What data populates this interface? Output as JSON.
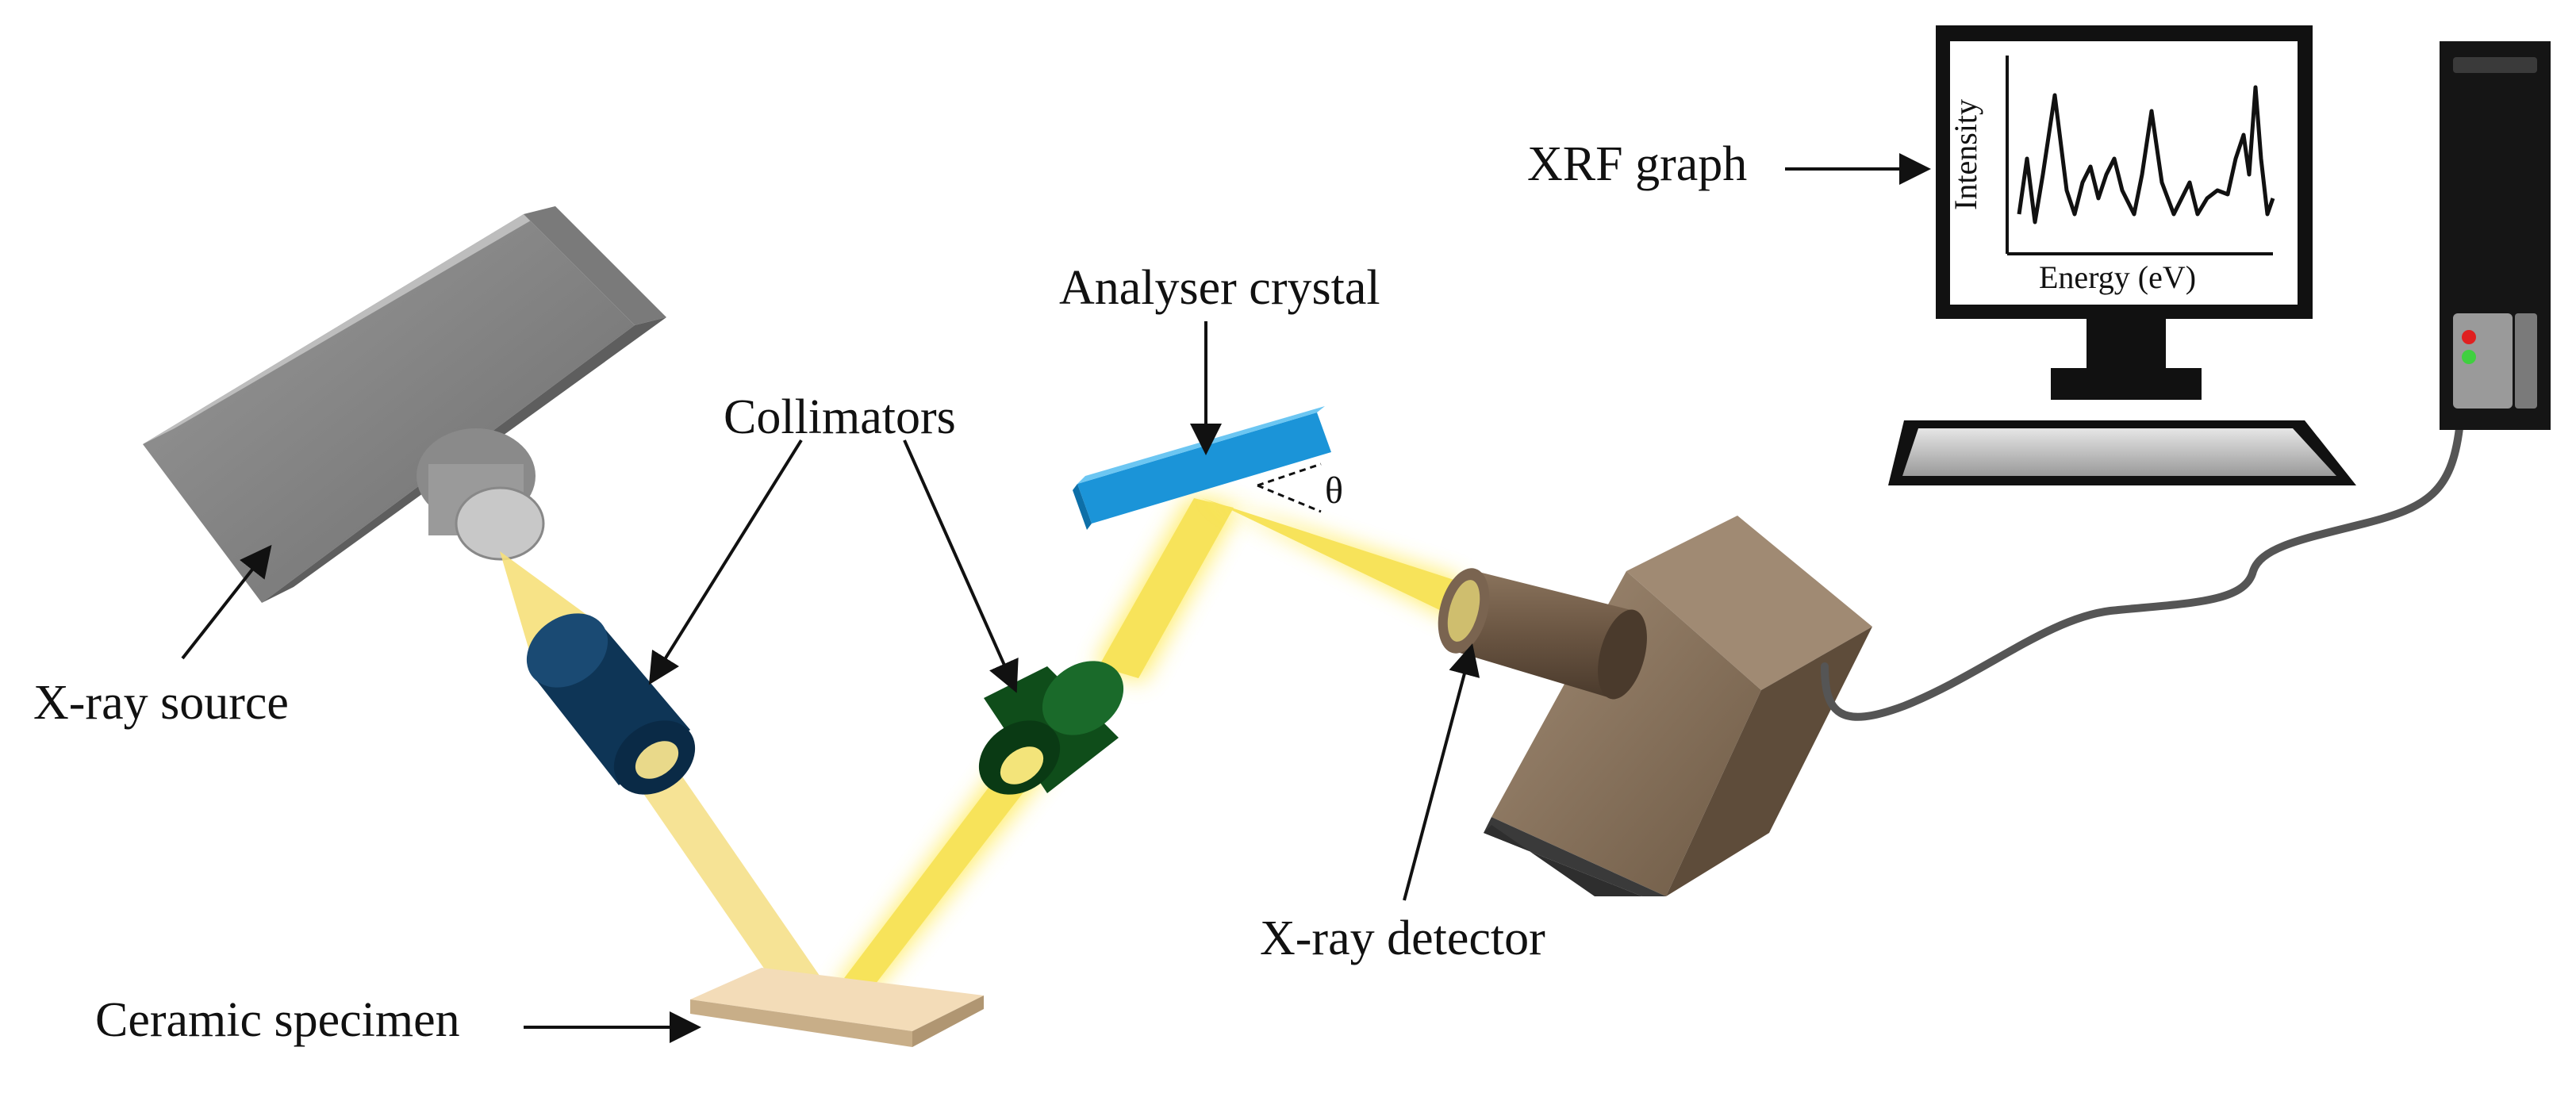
{
  "labels": {
    "xray_source": "X-ray source",
    "collimators": "Collimators",
    "analyser_crystal": "Analyser crystal",
    "xray_detector": "X-ray detector",
    "ceramic_specimen": "Ceramic specimen",
    "xrf_graph": "XRF graph",
    "theta": "θ"
  },
  "graph": {
    "xlabel": "Energy (eV)",
    "ylabel": "Intensity"
  },
  "colors": {
    "beam": "#f7e35a",
    "beam_glow": "#fff38a",
    "source_body": "#8f8f8f",
    "collimator_1": "#0f3a5c",
    "collimator_2": "#0f5a1e",
    "crystal": "#2aa0e0",
    "detector": "#8a735c",
    "specimen": "#f2d9b4",
    "computer": "#1a1a1a"
  }
}
